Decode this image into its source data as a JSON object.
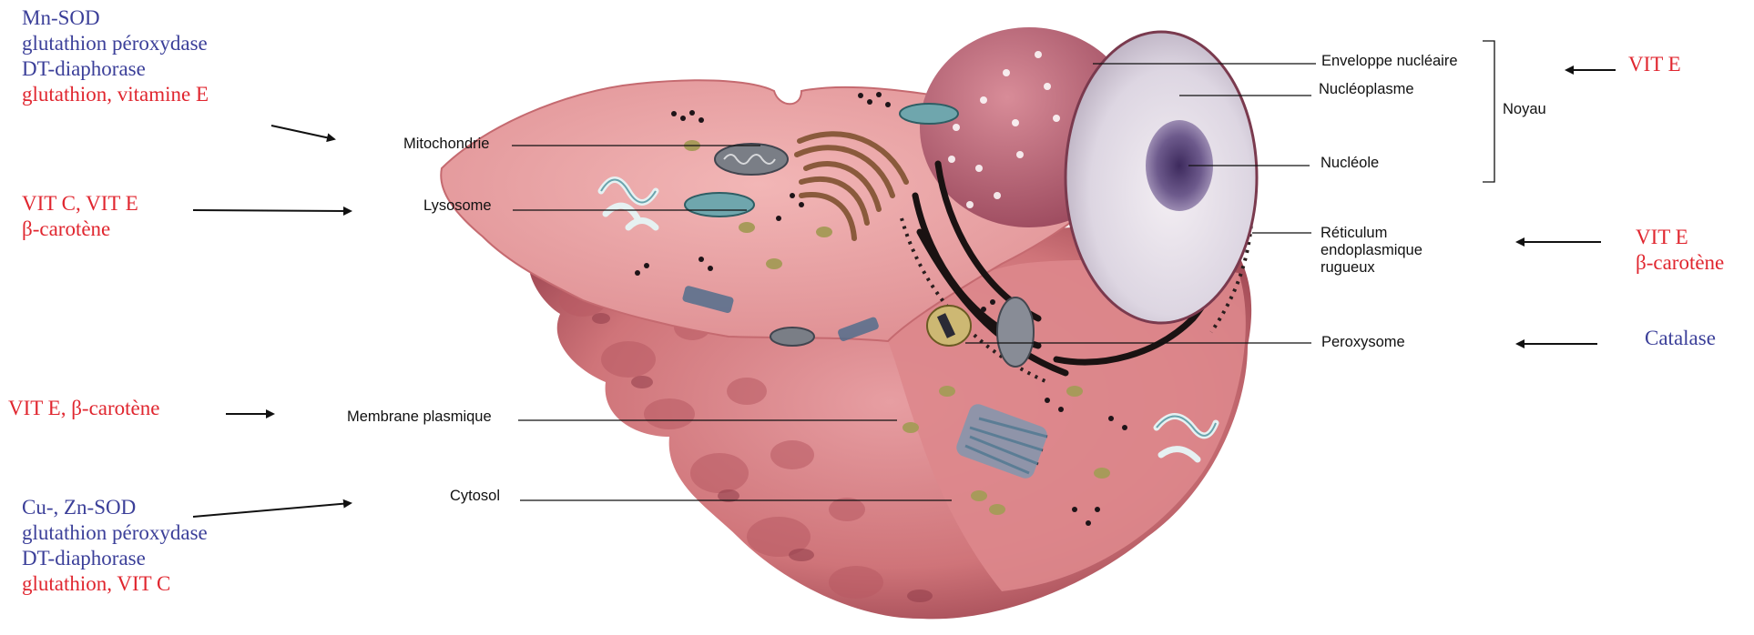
{
  "colors": {
    "enzyme": "#3b3f99",
    "antioxidant": "#e0262f",
    "cell": "#d47b80",
    "cell_dark": "#b85a63"
  },
  "left_agents": {
    "mitochondria": [
      {
        "text": "Mn-SOD",
        "color": "enzyme"
      },
      {
        "text": "glutathion péroxydase",
        "color": "enzyme"
      },
      {
        "text": "DT-diaphorase",
        "color": "enzyme"
      },
      {
        "text": "glutathion, vitamine E",
        "color": "antioxidant"
      }
    ],
    "lysosome": [
      {
        "text": "VIT C, VIT E",
        "color": "antioxidant"
      },
      {
        "text": "β-carotène",
        "color": "antioxidant"
      }
    ],
    "membrane": [
      {
        "text": "VIT E, β-carotène",
        "color": "antioxidant"
      }
    ],
    "cytosol": [
      {
        "text": "Cu-, Zn-SOD",
        "color": "enzyme"
      },
      {
        "text": "glutathion péroxydase",
        "color": "enzyme"
      },
      {
        "text": "DT-diaphorase",
        "color": "enzyme"
      },
      {
        "text": "glutathion, VIT C",
        "color": "antioxidant"
      }
    ]
  },
  "right_agents": {
    "nucleus": [
      {
        "text": "VIT E",
        "color": "antioxidant"
      }
    ],
    "reticulum": [
      {
        "text": "VIT E",
        "color": "antioxidant"
      },
      {
        "text": "β-carotène",
        "color": "antioxidant"
      }
    ],
    "peroxisome": [
      {
        "text": "Catalase",
        "color": "enzyme"
      }
    ]
  },
  "organelles": {
    "mitochondrie": "Mitochondrie",
    "lysosome": "Lysosome",
    "membrane": "Membrane plasmique",
    "cytosol": "Cytosol",
    "enveloppe": "Enveloppe nucléaire",
    "nucleoplasme": "Nucléoplasme",
    "nucleole": "Nucléole",
    "reticulum": [
      "Réticulum",
      "endoplasmique",
      "rugueux"
    ],
    "peroxysome": "Peroxysome",
    "noyau": "Noyau"
  }
}
